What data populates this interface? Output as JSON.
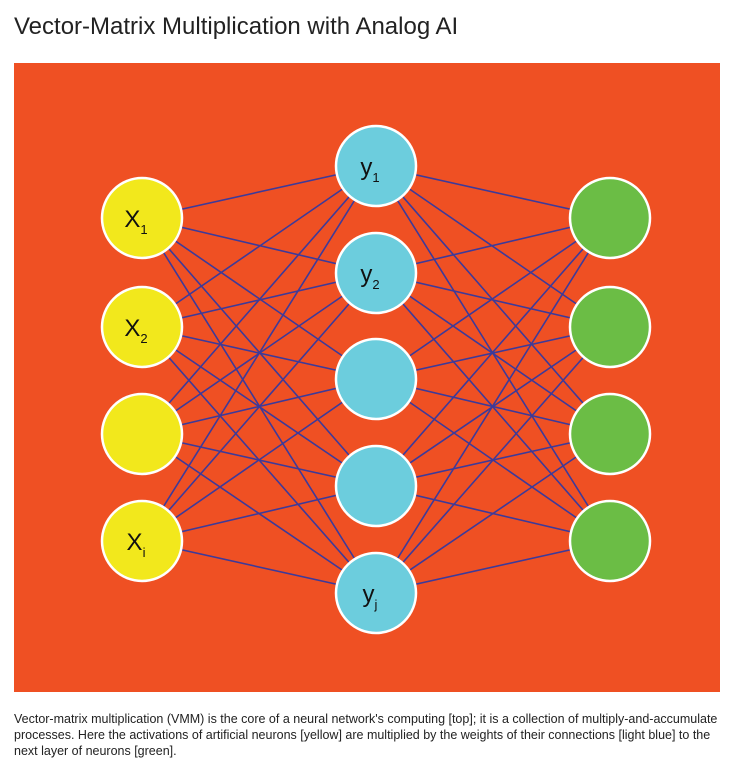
{
  "header": {
    "title": "Vector-Matrix Multiplication with Analog AI"
  },
  "diagram": {
    "input_layer": [
      {
        "base": "X",
        "sub": "1"
      },
      {
        "base": "X",
        "sub": "2"
      },
      {
        "base": "",
        "sub": ""
      },
      {
        "base": "X",
        "sub": "i"
      }
    ],
    "hidden_layer": [
      {
        "base": "y",
        "sub": "1"
      },
      {
        "base": "y",
        "sub": "2"
      },
      {
        "base": "",
        "sub": ""
      },
      {
        "base": "",
        "sub": ""
      },
      {
        "base": "y",
        "sub": "j"
      }
    ],
    "output_layer": [
      {
        "base": "",
        "sub": ""
      },
      {
        "base": "",
        "sub": ""
      },
      {
        "base": "",
        "sub": ""
      },
      {
        "base": "",
        "sub": ""
      }
    ],
    "colors": {
      "background": "#ef5023",
      "input": "#f2e81c",
      "hidden": "#6ccddd",
      "output": "#6bbd45",
      "connection": "#3d3a9a",
      "node_stroke": "#ffffff"
    }
  },
  "caption": {
    "text": "Vector-matrix multiplication (VMM) is the core of a neural network's computing [top]; it is a collection of multiply-and-accumulate processes. Here the activations of artificial neurons [yellow] are multiplied by the weights of their connections [light blue] to the next layer of neurons [green]."
  }
}
